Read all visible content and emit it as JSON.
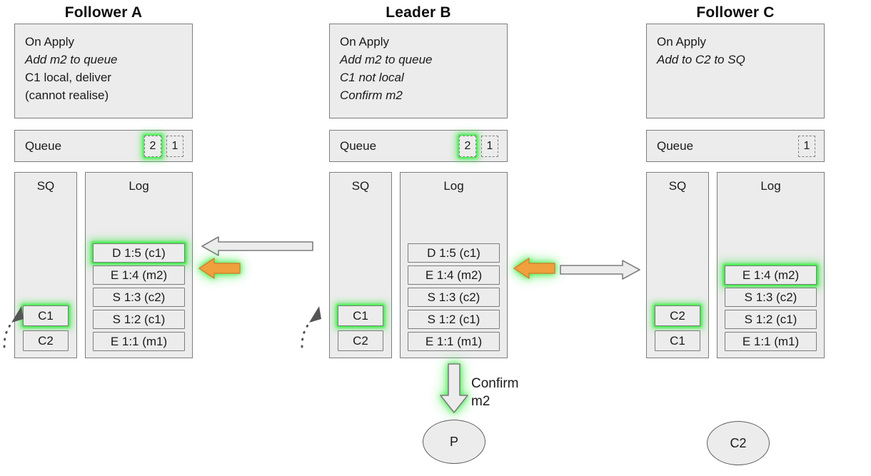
{
  "colors": {
    "panel_fill": "#ececec",
    "panel_stroke": "#7d7d7d",
    "glow_green": "#3ceb46",
    "arrow_orange": "#f0a03c",
    "arrow_grey_fill": "#ececec",
    "arrow_grey_stroke": "#7d7d7d",
    "text": "#1a1a1a"
  },
  "columns": [
    {
      "id": "follower-a",
      "title": "Follower A",
      "apply": {
        "lines": [
          {
            "text": "On Apply",
            "italic": false
          },
          {
            "text": "Add m2 to queue",
            "italic": true
          },
          {
            "text": "C1 local, deliver",
            "italic": false
          },
          {
            "text": "(cannot realise)",
            "italic": false
          }
        ]
      },
      "queue": {
        "label": "Queue",
        "slots": [
          {
            "value": "2",
            "highlighted": true
          },
          {
            "value": "1",
            "highlighted": false
          }
        ]
      },
      "sq": {
        "title": "SQ",
        "cells": [
          {
            "value": "C1",
            "highlighted": true
          },
          {
            "value": "C2",
            "highlighted": false
          }
        ]
      },
      "log": {
        "title": "Log",
        "cells": [
          {
            "value": "D 1:5 (c1)",
            "highlighted": true
          },
          {
            "value": "E 1:4 (m2)",
            "highlighted": false
          },
          {
            "value": "S 1:3 (c2)",
            "highlighted": false
          },
          {
            "value": "S 1:2 (c1)",
            "highlighted": false
          },
          {
            "value": "E 1:1 (m1)",
            "highlighted": false
          }
        ]
      }
    },
    {
      "id": "leader-b",
      "title": "Leader B",
      "apply": {
        "lines": [
          {
            "text": "On Apply",
            "italic": false
          },
          {
            "text": "Add m2 to queue",
            "italic": true
          },
          {
            "text": "C1 not local",
            "italic": true
          },
          {
            "text": "Confirm m2",
            "italic": true
          }
        ]
      },
      "queue": {
        "label": "Queue",
        "slots": [
          {
            "value": "2",
            "highlighted": true
          },
          {
            "value": "1",
            "highlighted": false
          }
        ]
      },
      "sq": {
        "title": "SQ",
        "cells": [
          {
            "value": "C1",
            "highlighted": true
          },
          {
            "value": "C2",
            "highlighted": false
          }
        ]
      },
      "log": {
        "title": "Log",
        "cells": [
          {
            "value": "D 1:5 (c1)",
            "highlighted": false
          },
          {
            "value": "E 1:4 (m2)",
            "highlighted": false
          },
          {
            "value": "S 1:3 (c2)",
            "highlighted": false
          },
          {
            "value": "S 1:2 (c1)",
            "highlighted": false
          },
          {
            "value": "E 1:1 (m1)",
            "highlighted": false
          }
        ]
      }
    },
    {
      "id": "follower-c",
      "title": "Follower C",
      "apply": {
        "lines": [
          {
            "text": "On Apply",
            "italic": false
          },
          {
            "text": "Add to C2 to SQ",
            "italic": true
          }
        ]
      },
      "queue": {
        "label": "Queue",
        "slots": [
          {
            "value": "1",
            "highlighted": false
          }
        ]
      },
      "sq": {
        "title": "SQ",
        "cells": [
          {
            "value": "C2",
            "highlighted": true
          },
          {
            "value": "C1",
            "highlighted": false
          }
        ]
      },
      "log": {
        "title": "Log",
        "cells": [
          {
            "value": "E 1:4 (m2)",
            "highlighted": true
          },
          {
            "value": "S 1:3 (c2)",
            "highlighted": false
          },
          {
            "value": "S 1:2 (c1)",
            "highlighted": false
          },
          {
            "value": "E 1:1 (m1)",
            "highlighted": false
          }
        ]
      }
    }
  ],
  "annotations": {
    "confirm_line1": "Confirm",
    "confirm_line2": "m2"
  },
  "nodes": [
    {
      "id": "node-p",
      "label": "P"
    },
    {
      "id": "node-c2",
      "label": "C2"
    }
  ]
}
